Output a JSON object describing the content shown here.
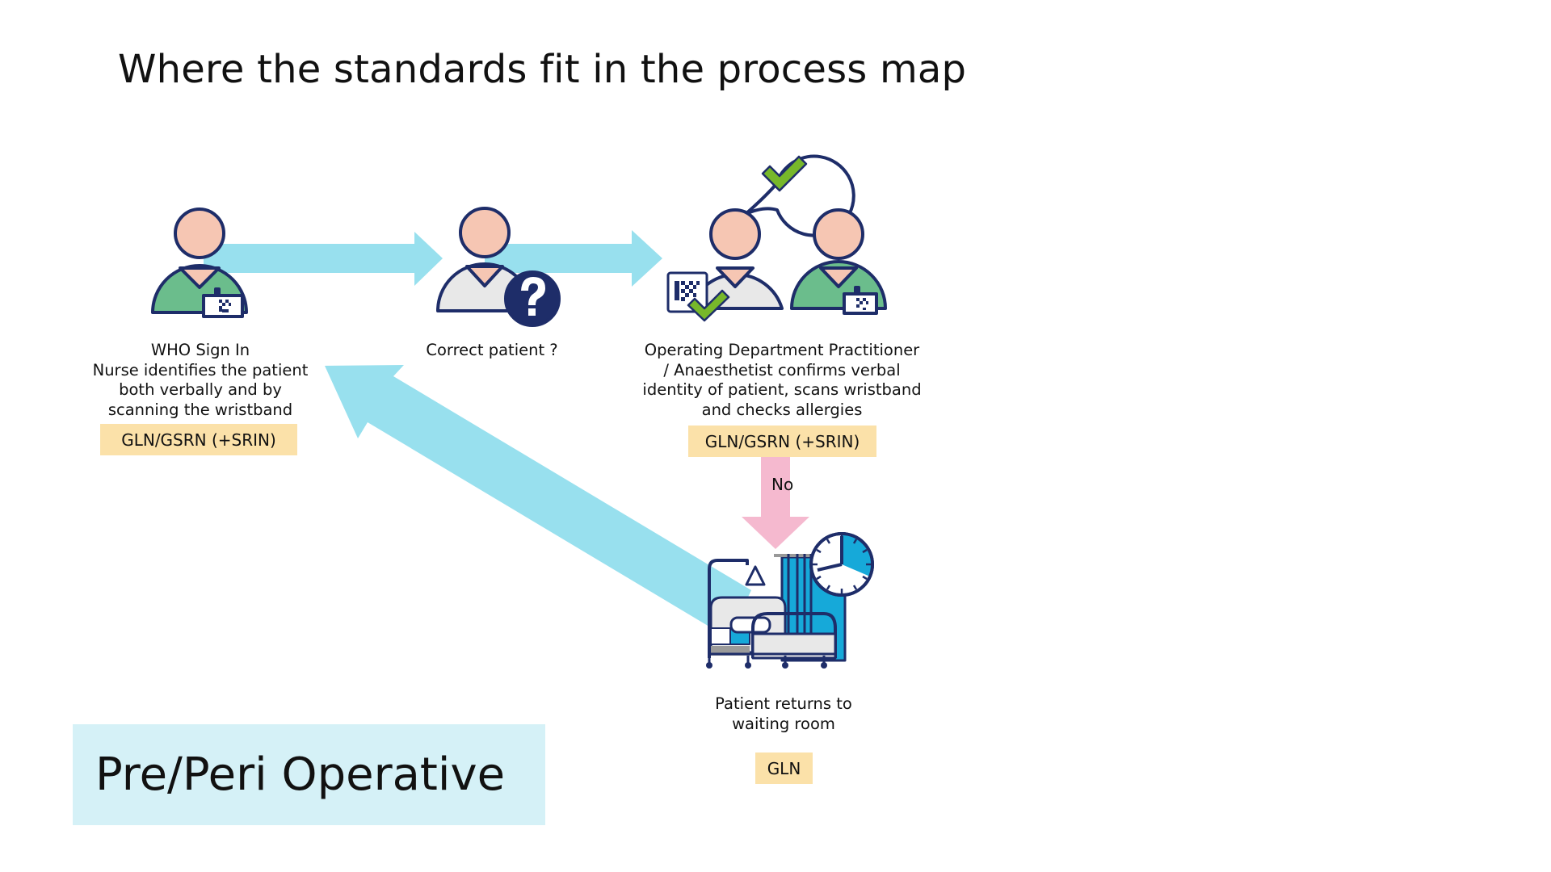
{
  "slide": {
    "title": "Where the standards fit in the process map",
    "phase_label": "Pre/Peri Operative"
  },
  "colors": {
    "flow_arrow": "#98e0ee",
    "no_arrow": "#f5b9cf",
    "badge": "#fbe1a9",
    "phase_box": "#d5f1f7",
    "outline": "#1e2d69",
    "skin": "#f6c6b3",
    "scrubs_green": "#6bbd8c",
    "gown_grey": "#e8e8e8",
    "check_green": "#77b82a",
    "curtain_blue": "#16a9d9"
  },
  "steps": [
    {
      "id": "who-sign-in",
      "icon": "nurse-with-id-badge-icon",
      "caption": "WHO Sign In\nNurse identifies the patient\nboth verbally and by\nscanning the wristband",
      "standard": "GLN/GSRN (+SRIN)"
    },
    {
      "id": "correct-patient",
      "icon": "patient-question-icon",
      "caption": "Correct patient ?"
    },
    {
      "id": "odp-confirms",
      "icon": "staff-confirm-patient-icon",
      "caption": "Operating Department Practitioner\n/ Anaesthetist confirms verbal\nidentity of patient, scans wristband\nand checks allergies",
      "standard": "GLN/GSRN (+SRIN)"
    },
    {
      "id": "returns-waiting-room",
      "icon": "waiting-room-bed-clock-icon",
      "caption": "Patient returns to\nwaiting room",
      "standard": "GLN"
    }
  ],
  "connectors": [
    {
      "from": "who-sign-in",
      "to": "correct-patient",
      "label": ""
    },
    {
      "from": "correct-patient",
      "to": "odp-confirms",
      "label": ""
    },
    {
      "from": "odp-confirms",
      "to": "returns-waiting-room",
      "label": "No"
    },
    {
      "from": "returns-waiting-room",
      "to": "who-sign-in",
      "label": ""
    }
  ]
}
